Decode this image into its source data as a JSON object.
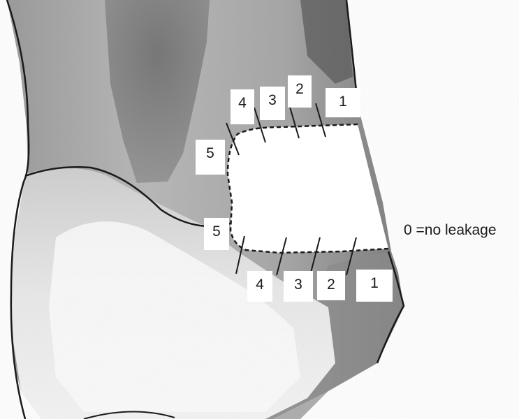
{
  "legend": "0 =no leakage",
  "labels": {
    "occlusal": [
      "1",
      "2",
      "3",
      "4",
      "5"
    ],
    "gingival": [
      "1",
      "2",
      "3",
      "4",
      "5"
    ]
  },
  "colors": {
    "pencil_dark": "#3a3a3a",
    "shade_mid": "#8c8c8c",
    "shade_light": "#d6d6d6",
    "outline": "#1a1a1a"
  }
}
